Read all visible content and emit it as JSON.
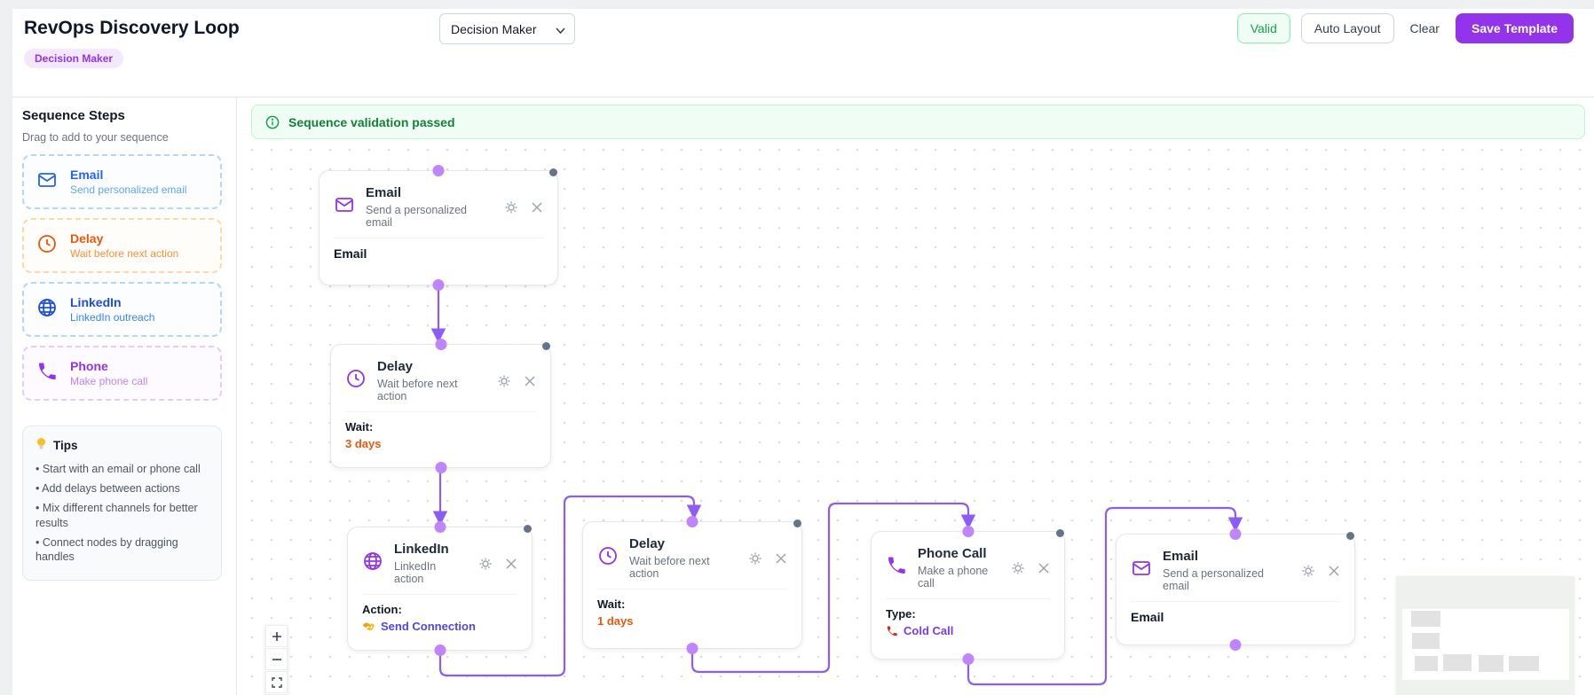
{
  "header": {
    "title": "RevOps Discovery Loop",
    "persona_badge": "Decision Maker",
    "persona_select": {
      "value": "Decision Maker"
    },
    "valid_label": "Valid",
    "auto_layout_label": "Auto Layout",
    "clear_label": "Clear",
    "save_label": "Save Template"
  },
  "sidebar": {
    "heading": "Sequence Steps",
    "subheading": "Drag to add to your sequence",
    "steps": [
      {
        "label": "Email",
        "description": "Send personalized email",
        "accent": "#2563eb"
      },
      {
        "label": "Delay",
        "description": "Wait before next action",
        "accent": "#ea580c"
      },
      {
        "label": "LinkedIn",
        "description": "LinkedIn outreach",
        "accent": "#1d4ed8"
      },
      {
        "label": "Phone",
        "description": "Make phone call",
        "accent": "#9333ea"
      }
    ],
    "tips": {
      "title": "Tips",
      "items": [
        "• Start with an email or phone call",
        "• Add delays between actions",
        "• Mix different channels for better results",
        "• Connect nodes by dragging handles"
      ]
    }
  },
  "canvas": {
    "validation_banner": "Sequence validation passed",
    "nodes": [
      {
        "title": "Email",
        "subtitle": "Send a personalized email",
        "body_value": "Email"
      },
      {
        "title": "Delay",
        "subtitle": "Wait before next action",
        "body_label": "Wait:",
        "body_value": "3 days"
      },
      {
        "title": "LinkedIn",
        "subtitle": "LinkedIn action",
        "body_label": "Action:",
        "body_value": "Send Connection"
      },
      {
        "title": "Delay",
        "subtitle": "Wait before next action",
        "body_label": "Wait:",
        "body_value": "1 days"
      },
      {
        "title": "Phone Call",
        "subtitle": "Make a phone call",
        "body_label": "Type:",
        "body_value": "Cold Call"
      },
      {
        "title": "Email",
        "subtitle": "Send a personalized email",
        "body_value": "Email"
      }
    ]
  },
  "colors": {
    "accent_purple": "#9333ea",
    "edge_purple": "#8b5cf6",
    "handle_violet": "#c084fc",
    "valid_green": "#16a34a",
    "banner_green_bg": "#f0fdf4",
    "delay_orange": "#ea580c",
    "cold_call_red": "#dc2626"
  }
}
